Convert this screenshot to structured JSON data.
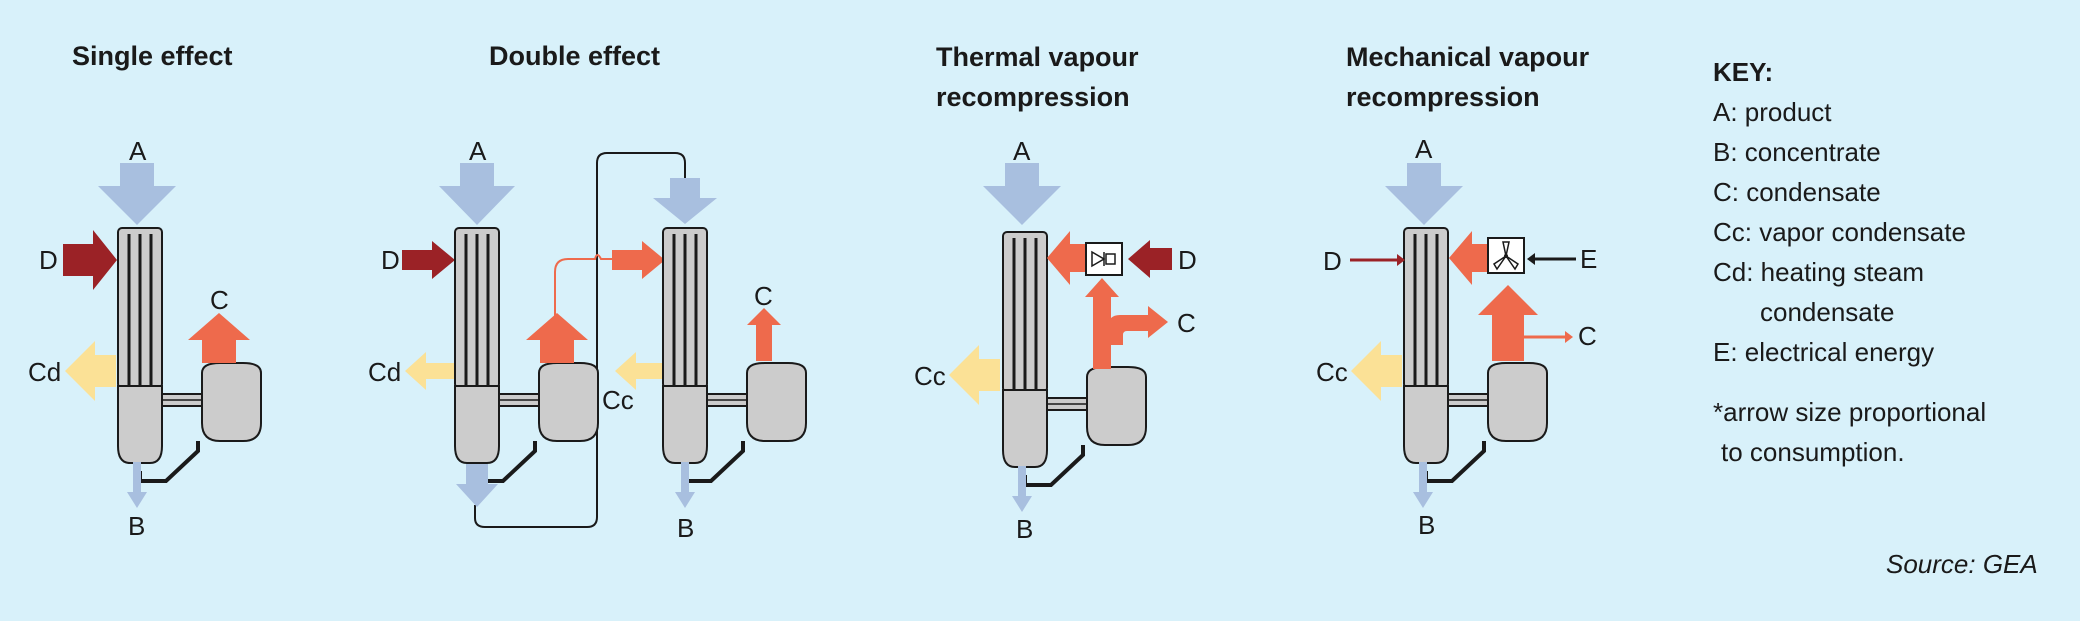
{
  "panels": [
    {
      "title_lines": [
        "Single effect"
      ]
    },
    {
      "title_lines": [
        "Double effect"
      ]
    },
    {
      "title_lines": [
        "Thermal vapour",
        "recompression"
      ]
    },
    {
      "title_lines": [
        "Mechanical vapour",
        "recompression"
      ]
    }
  ],
  "labels": {
    "p1": {
      "A": "A",
      "D": "D",
      "C": "C",
      "Cd": "Cd",
      "B": "B"
    },
    "p2": {
      "A": "A",
      "D": "D",
      "Cd": "Cd",
      "Cc": "Cc",
      "C": "C",
      "B": "B"
    },
    "p3": {
      "A": "A",
      "D": "D",
      "C": "C",
      "Cc": "Cc",
      "B": "B"
    },
    "p4": {
      "A": "A",
      "D": "D",
      "E": "E",
      "C": "C",
      "Cc": "Cc",
      "B": "B"
    }
  },
  "key": {
    "title": "KEY:",
    "items": [
      "A: product",
      "B: concentrate",
      "C: condensate",
      "Cc: vapor condensate",
      "Cd: heating steam"
    ],
    "items_cont": "condensate",
    "items_last": "E: electrical energy",
    "note1": "*arrow size proportional",
    "note2": "to consumption."
  },
  "source": "Source: GEA",
  "colors": {
    "background": "#d8f1fa",
    "product_arrow": "#a8bfdf",
    "heating_steam": "#9b2226",
    "condensate": "#ee6a4c",
    "steam_condensate": "#fbe196",
    "vessel": "#cccccc"
  }
}
